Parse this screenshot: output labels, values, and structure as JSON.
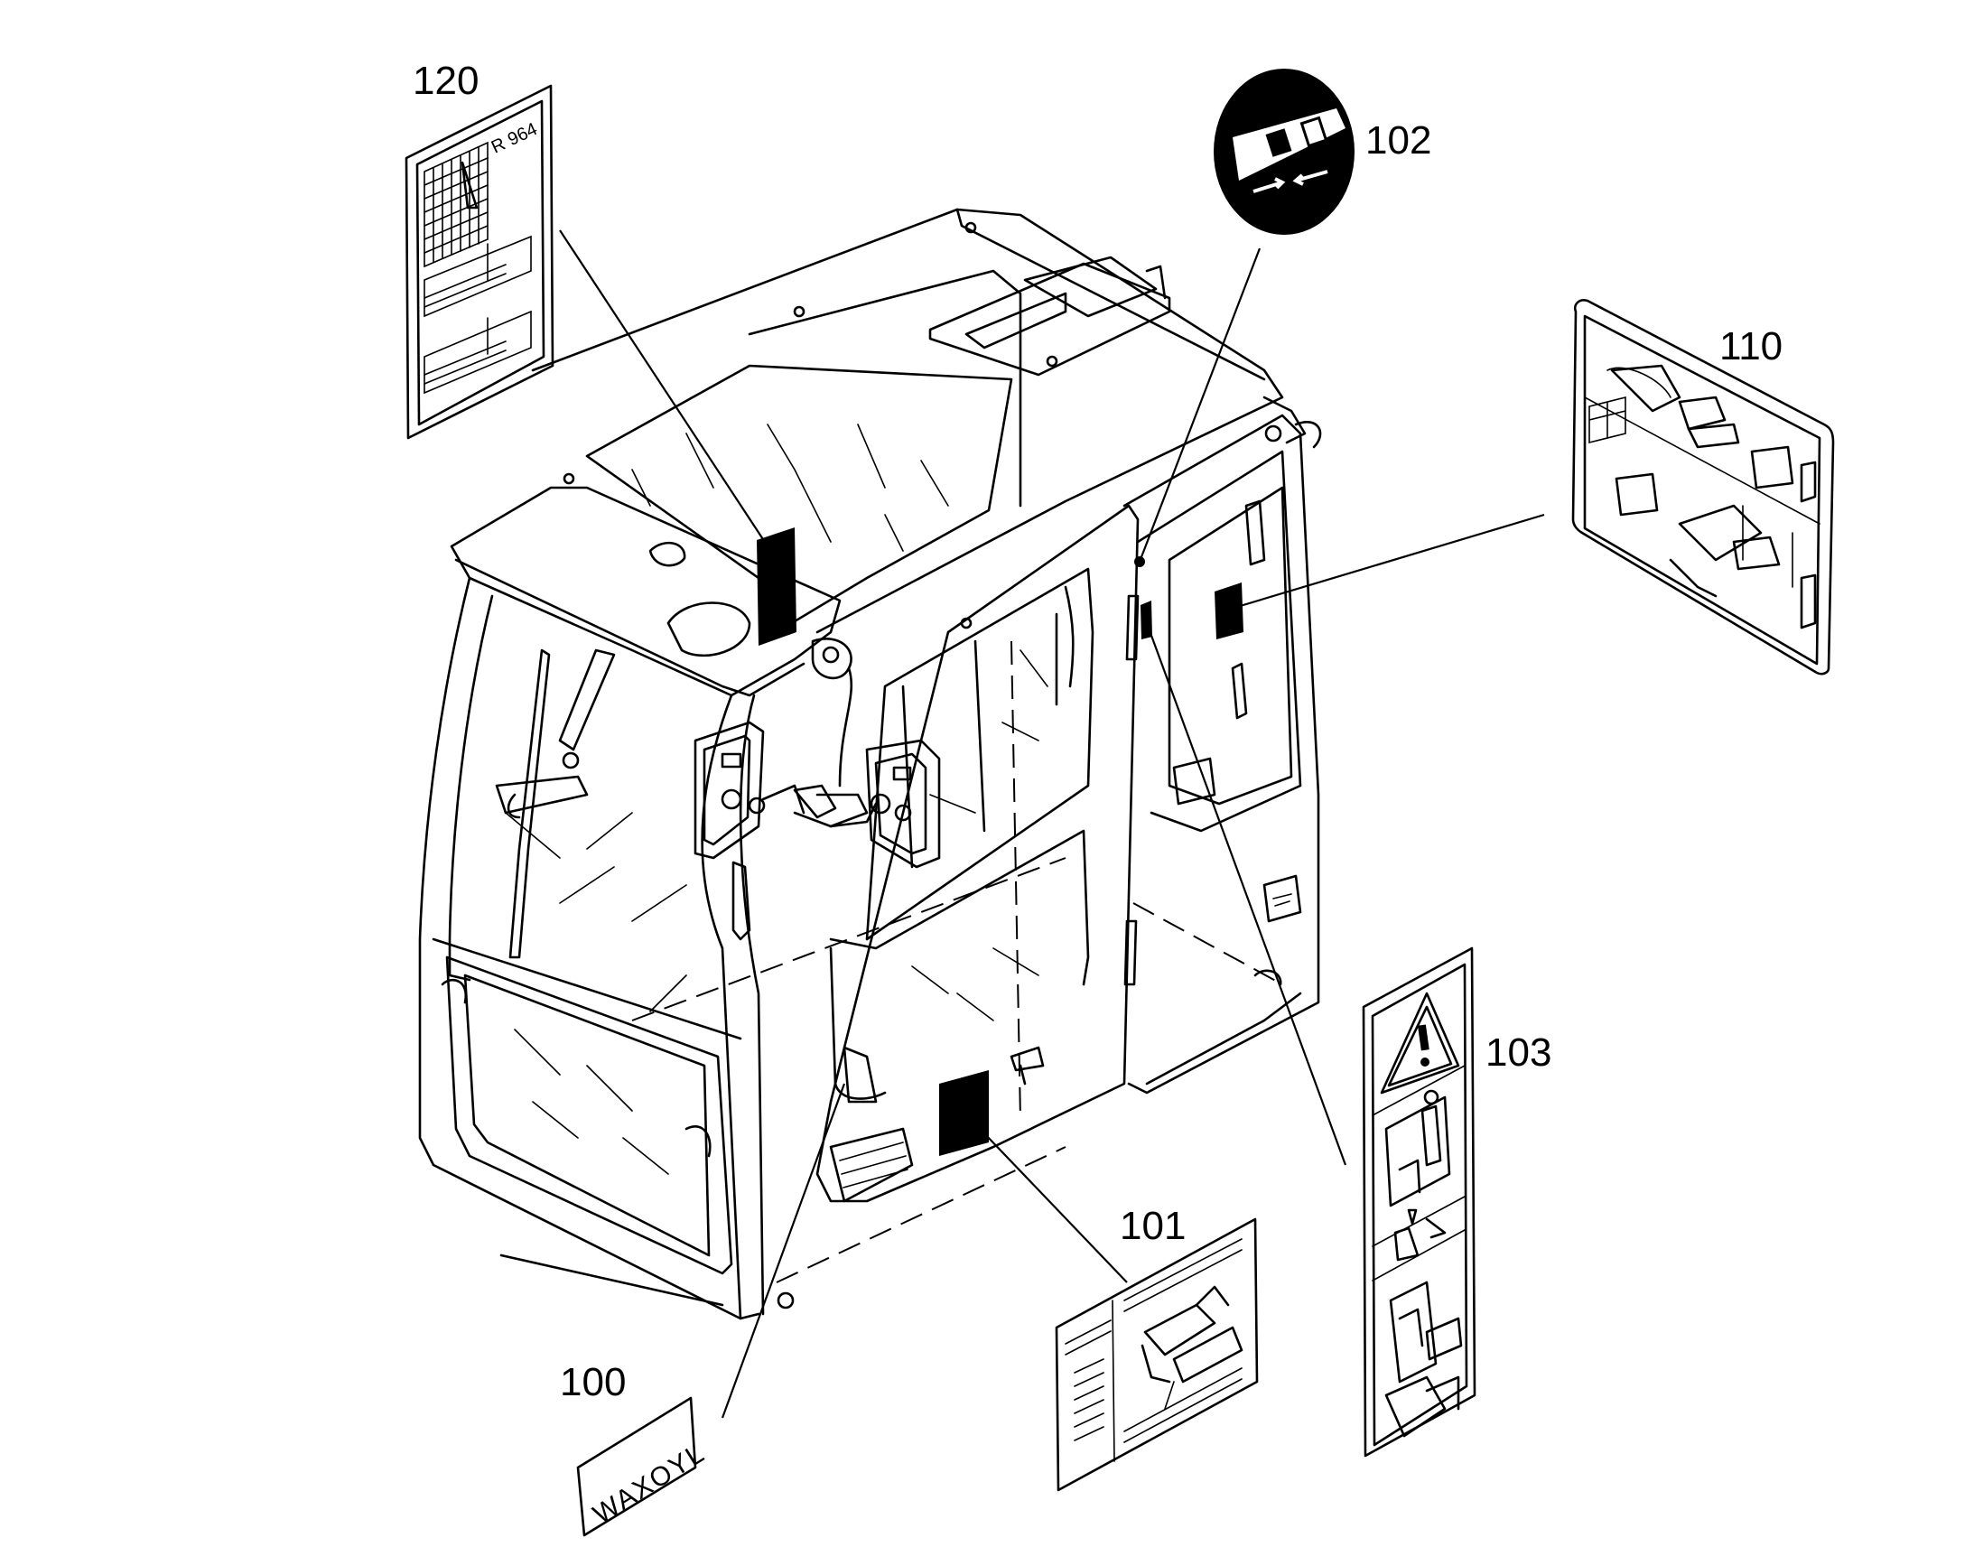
{
  "diagram": {
    "callouts": [
      {
        "id": "c100",
        "label": "100"
      },
      {
        "id": "c101",
        "label": "101"
      },
      {
        "id": "c102",
        "label": "102"
      },
      {
        "id": "c103",
        "label": "103"
      },
      {
        "id": "c110",
        "label": "110"
      },
      {
        "id": "c120",
        "label": "120"
      }
    ],
    "decals": {
      "waxoyl_text": "WAXOYL",
      "model_text": "R 964"
    },
    "colors": {
      "line": "#000000",
      "background": "#ffffff"
    }
  }
}
